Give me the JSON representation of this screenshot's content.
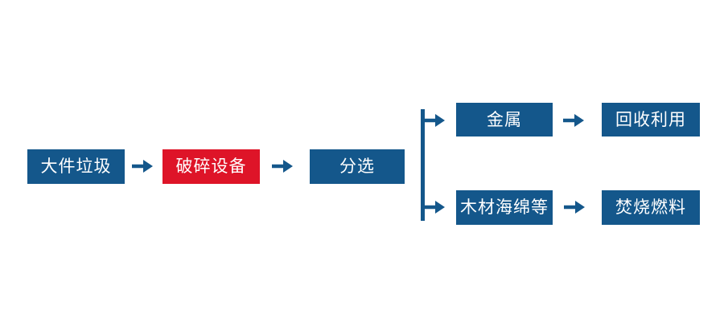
{
  "diagram": {
    "type": "flowchart",
    "colors": {
      "primary_blue": "#14578B",
      "accent_red": "#DE1428",
      "label_text": "#FFFFFF",
      "background": "#FFFFFF"
    },
    "main_flow": [
      {
        "id": "bulky-waste",
        "label": "大件垃圾",
        "variant": "blue"
      },
      {
        "id": "crushing-equipment",
        "label": "破碎设备",
        "variant": "red"
      },
      {
        "id": "sorting",
        "label": "分选",
        "variant": "blue"
      }
    ],
    "branches": [
      {
        "id": "metal-branch",
        "steps": [
          {
            "id": "metal",
            "label": "金属"
          },
          {
            "id": "recycling",
            "label": "回收利用"
          }
        ]
      },
      {
        "id": "wood-branch",
        "steps": [
          {
            "id": "wood-sponge-etc",
            "label": "木材海绵等"
          },
          {
            "id": "incineration-fuel",
            "label": "焚烧燃料"
          }
        ]
      }
    ]
  }
}
